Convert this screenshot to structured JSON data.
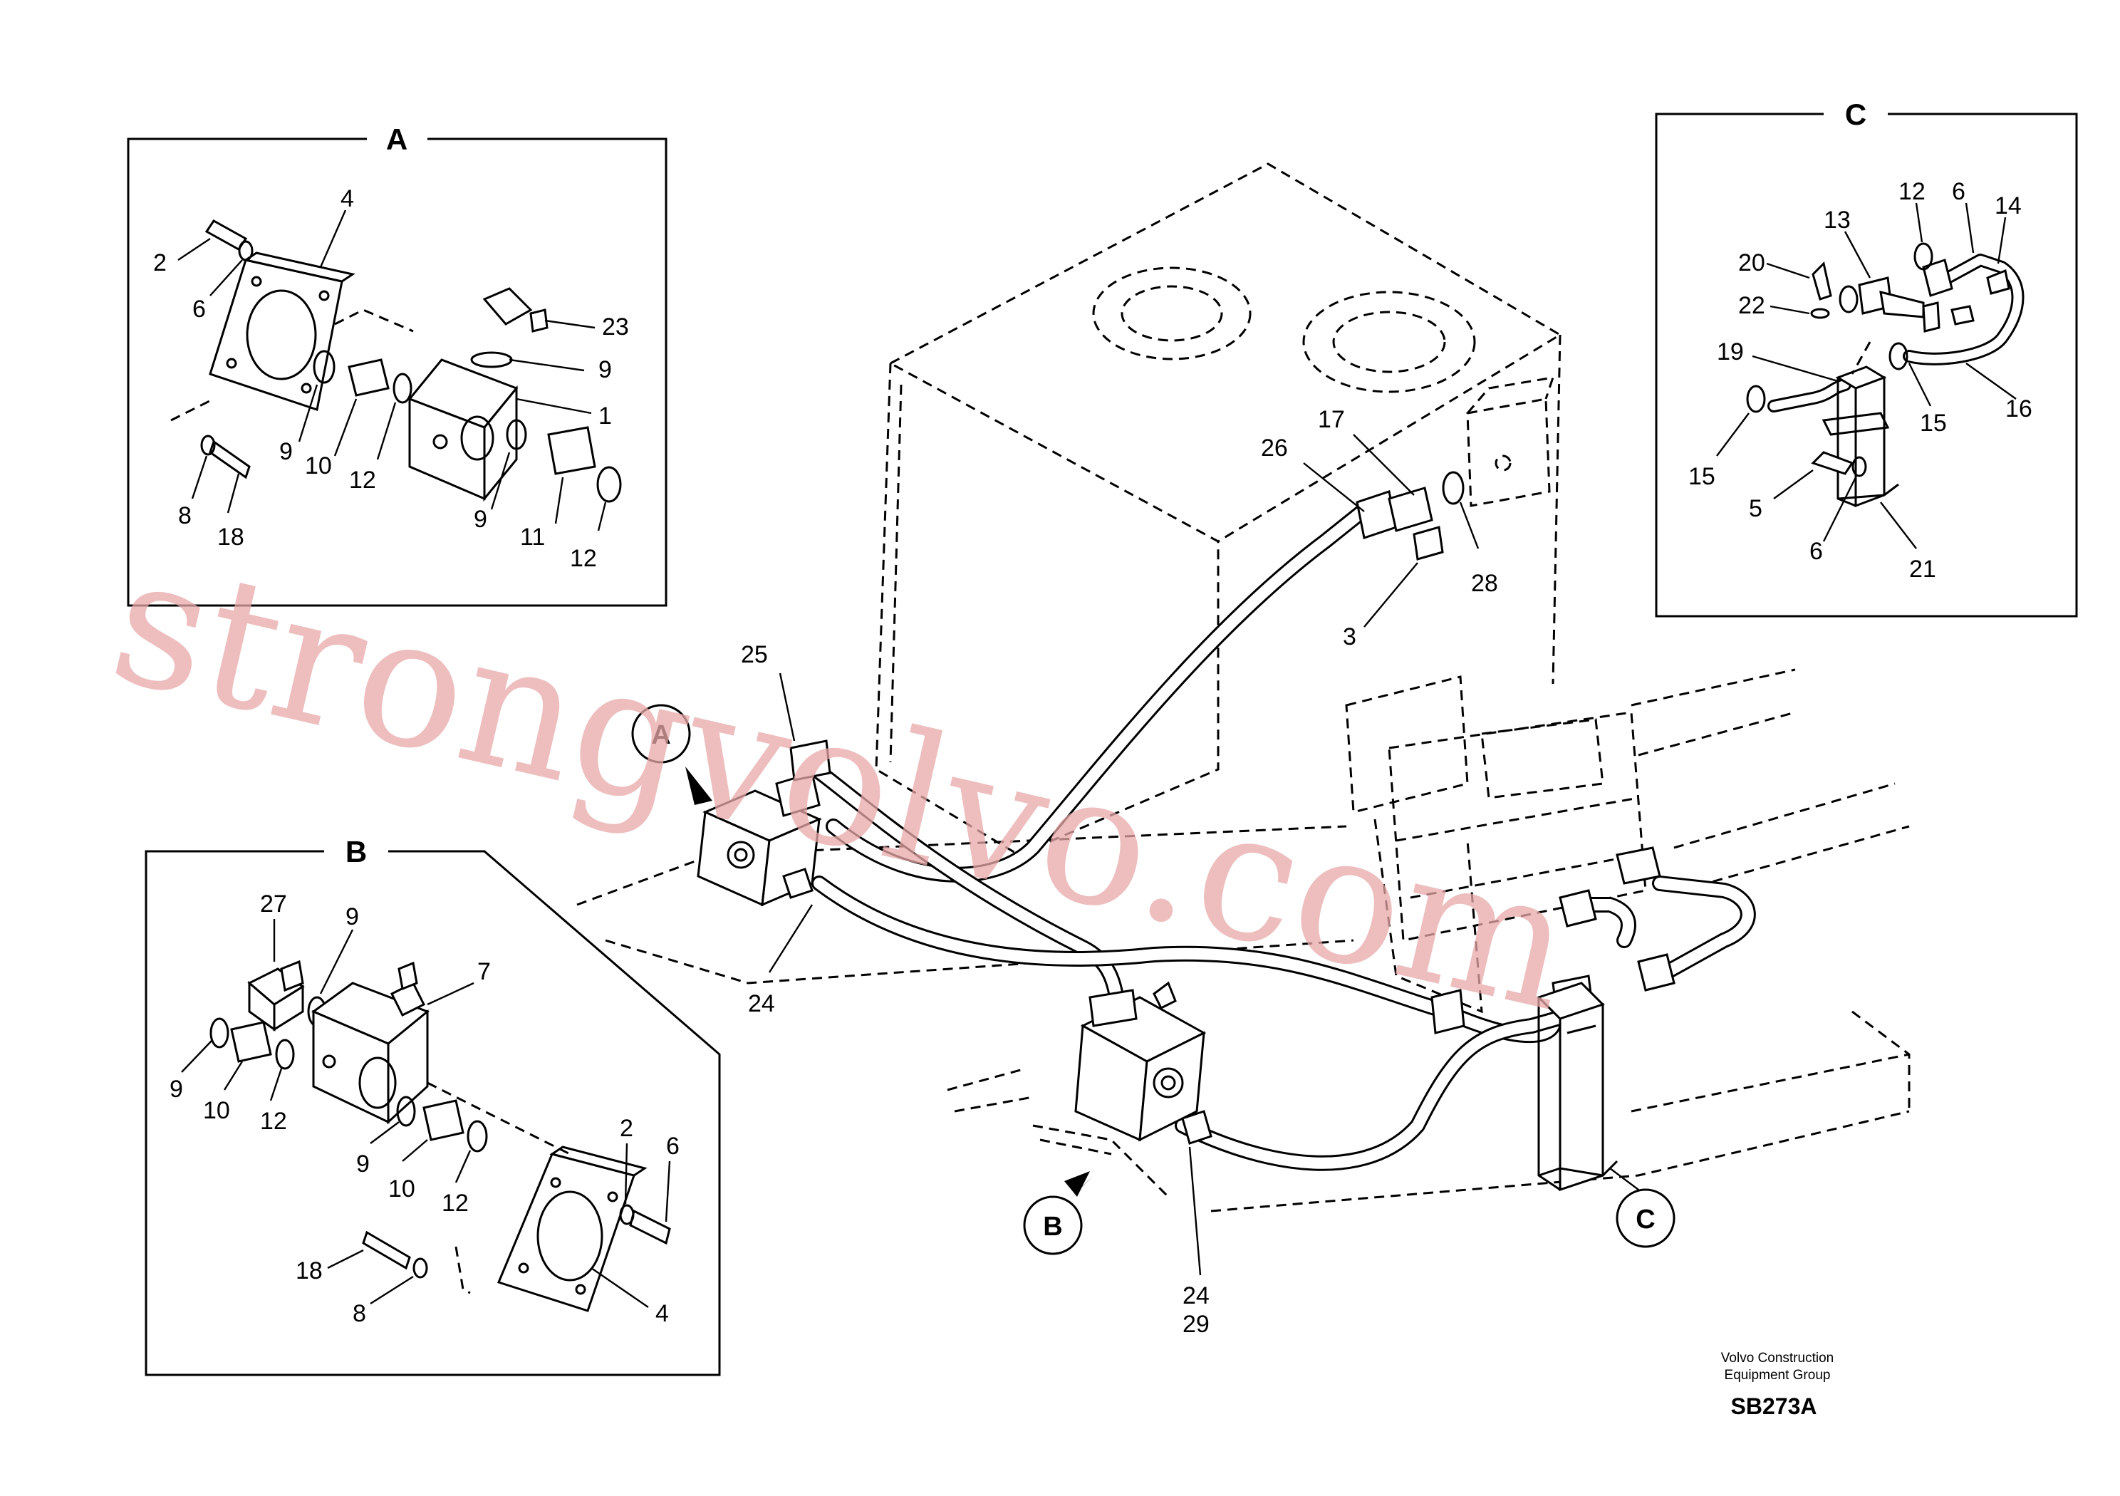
{
  "detail_titles": {
    "a": "A",
    "b": "B",
    "c": "C"
  },
  "callouts": {
    "a": "A",
    "b": "B",
    "c": "C"
  },
  "detail_a_labels": {
    "p4": "4",
    "p2": "2",
    "p6": "6",
    "p23": "23",
    "p9a": "9",
    "p1": "1",
    "p9b": "9",
    "p10": "10",
    "p12a": "12",
    "p9c": "9",
    "p11": "11",
    "p12b": "12",
    "p8": "8",
    "p18": "18"
  },
  "detail_b_labels": {
    "p27": "27",
    "p9a": "9",
    "p7": "7",
    "p9b": "9",
    "p10a": "10",
    "p12a": "12",
    "p9c": "9",
    "p10b": "10",
    "p12b": "12",
    "p2": "2",
    "p6": "6",
    "p18": "18",
    "p8": "8",
    "p4": "4"
  },
  "detail_c_labels": {
    "p12": "12",
    "p6a": "6",
    "p14": "14",
    "p13": "13",
    "p20": "20",
    "p22": "22",
    "p19": "19",
    "p15a": "15",
    "p16": "16",
    "p15b": "15",
    "p5": "5",
    "p6b": "6",
    "p21": "21"
  },
  "main_labels": {
    "p17": "17",
    "p26": "26",
    "p28": "28",
    "p3": "3",
    "p25": "25",
    "p24": "24",
    "p24b": "24",
    "p29": "29"
  },
  "watermark": "strongvolvo.com",
  "footer": {
    "line1": "Volvo Construction",
    "line2": "Equipment Group",
    "code": "SB273A"
  }
}
